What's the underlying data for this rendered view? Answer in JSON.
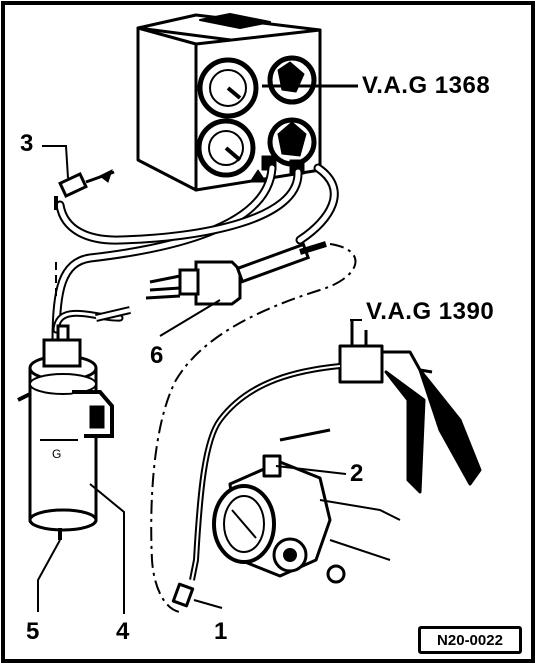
{
  "figure_code": "N20-0022",
  "tools": {
    "gauge_tester": "V.A.G 1368",
    "vacuum_pump": "V.A.G 1390"
  },
  "callouts": {
    "c1": "1",
    "c2": "2",
    "c3": "3",
    "c4": "4",
    "c5": "5",
    "c6": "6"
  }
}
